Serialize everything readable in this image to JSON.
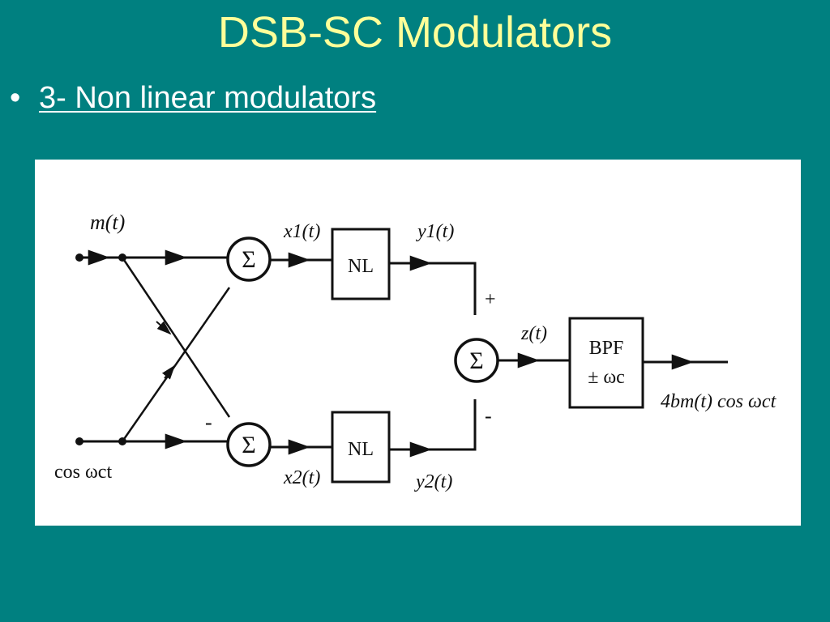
{
  "title": "DSB-SC Modulators",
  "bullet": {
    "marker": "•",
    "text": "3- Non linear modulators"
  },
  "colors": {
    "background": "#008080",
    "title": "#ffff99",
    "bullet_text": "#ffffff",
    "diagram_background": "#ffffff",
    "diagram_ink": "#111111"
  },
  "diagram": {
    "inputs": {
      "top": "m(t)",
      "bottom": "cos ωct"
    },
    "summers": {
      "top": "Σ",
      "bottom": "Σ",
      "output": "Σ"
    },
    "signs": {
      "bottom_summer_minus": "-",
      "output_plus": "+",
      "output_minus": "-"
    },
    "signals": {
      "x1": "x1(t)",
      "x2": "x2(t)",
      "y1": "y1(t)",
      "y2": "y2(t)",
      "z": "z(t)"
    },
    "blocks": {
      "nl_top": "NL",
      "nl_bottom": "NL",
      "bpf_line1": "BPF",
      "bpf_line2": "± ωc"
    },
    "output": "4bm(t) cos ωct"
  }
}
